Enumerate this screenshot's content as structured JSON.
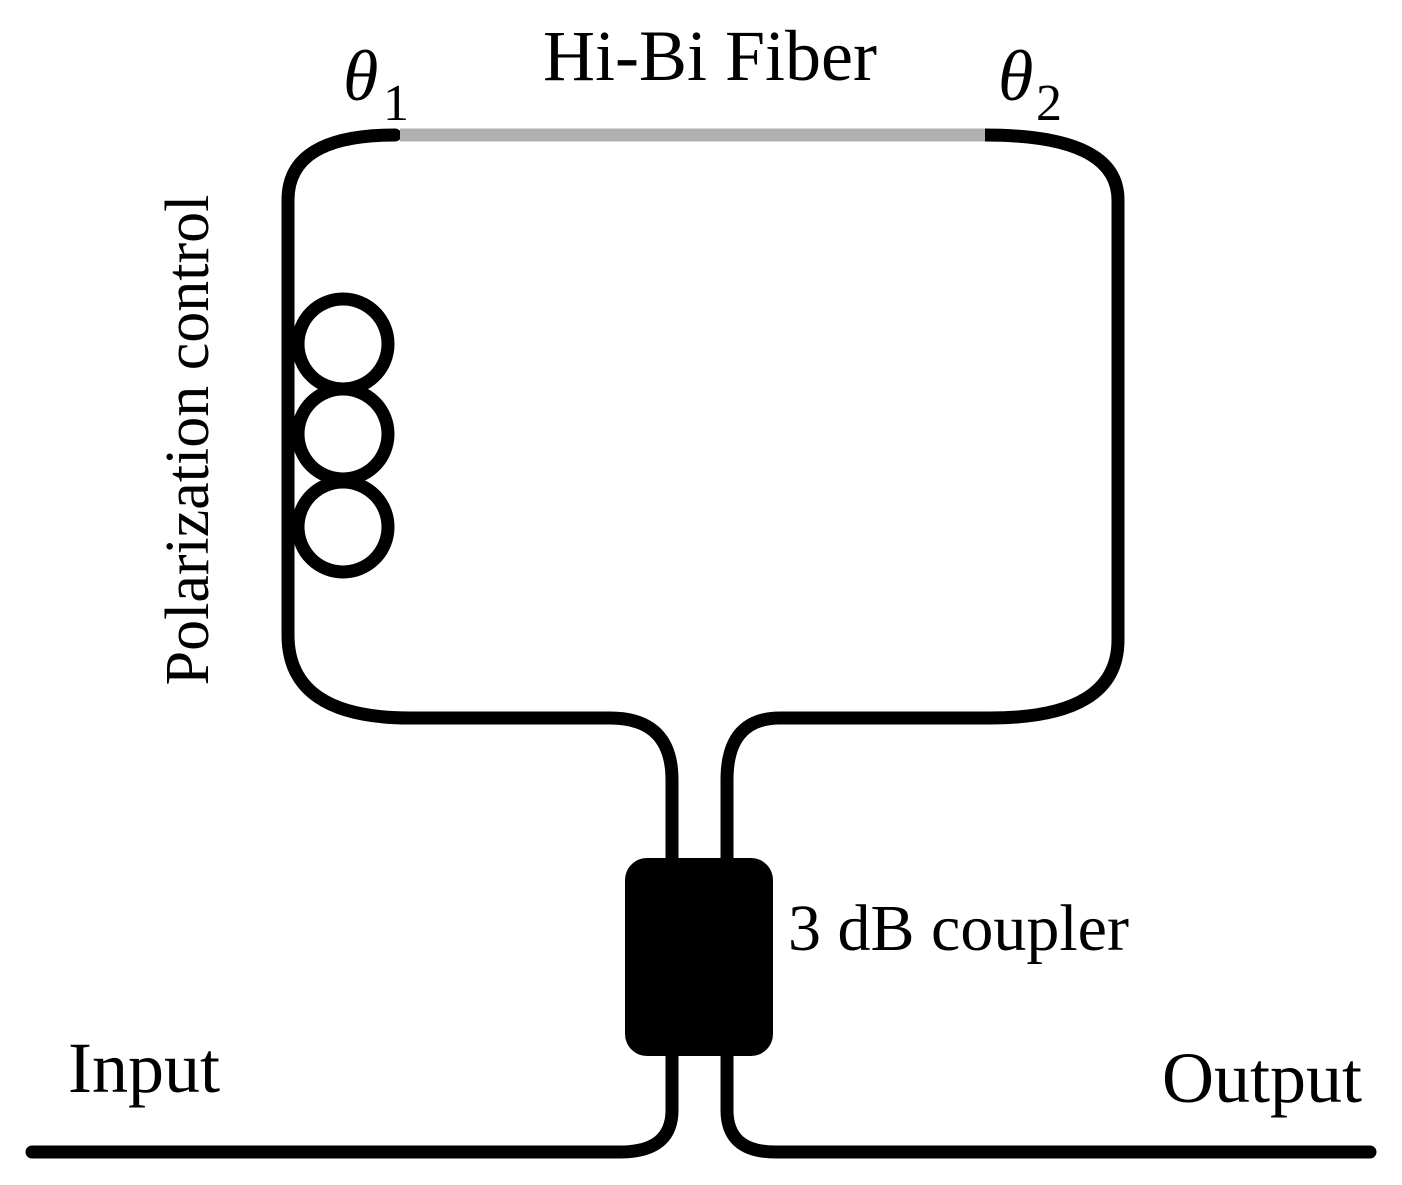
{
  "labels": {
    "hibi_fiber": "Hi-Bi Fiber",
    "theta1_symbol": "θ",
    "theta1_subscript": "1",
    "theta2_symbol": "θ",
    "theta2_subscript": "2",
    "polarization_control": "Polarization control",
    "coupler": "3 dB coupler",
    "input": "Input",
    "output": "Output"
  },
  "colors": {
    "fiber": "#000000",
    "hibi_fiber": "#b0b0b0",
    "coupler": "#000000",
    "background": "#ffffff"
  }
}
